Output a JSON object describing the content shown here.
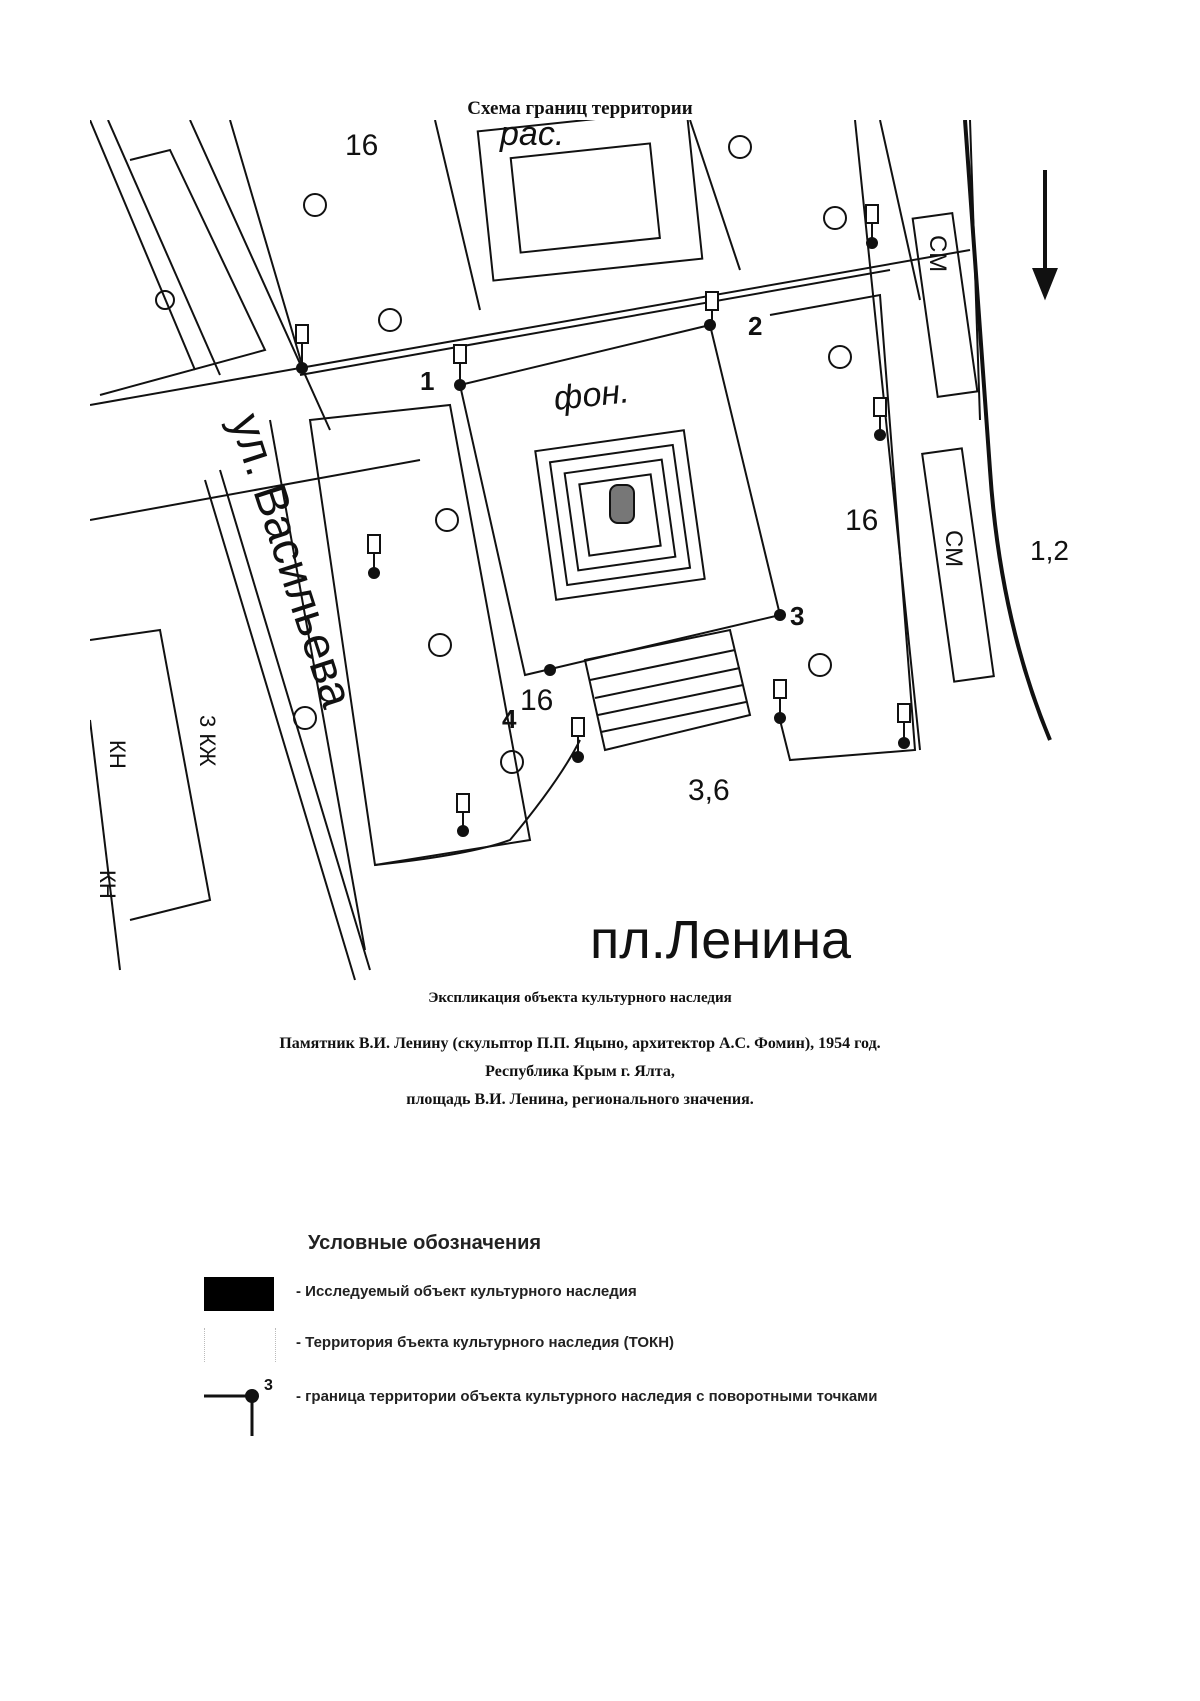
{
  "title": "Схема границ территории",
  "map": {
    "street_label": "ул. Васильева",
    "square_label": "пл.Ленина",
    "fountain_label": "фон.",
    "top_label": "рас.",
    "tree_labels": [
      "16",
      "16",
      "16"
    ],
    "side_labels": [
      "СМ",
      "СМ",
      "КН",
      "КН",
      "3 КЖ"
    ],
    "elevation_label": "3,6",
    "fragment_label": "1,2",
    "boundary_points": [
      {
        "id": "1",
        "label": "1"
      },
      {
        "id": "2",
        "label": "2"
      },
      {
        "id": "3",
        "label": "3"
      },
      {
        "id": "4",
        "label": "4"
      }
    ]
  },
  "explication": {
    "heading": "Экспликация объекта культурного наследия",
    "line1": "Памятник В.И. Ленину (скульптор П.П. Яцыно, архитектор А.С. Фомин), 1954 год.",
    "line2": "Республика Крым г. Ялта,",
    "line3": "площадь В.И. Ленина, регионального значения."
  },
  "legend": {
    "title": "Условные обозначения",
    "items": [
      {
        "text": "- Исследуемый объект культурного наследия"
      },
      {
        "text": "- Территория бъекта культурного наследия (ТОКН)"
      },
      {
        "text": "- граница территории объекта культурного наследия с поворотными точками",
        "marker_label": "3"
      }
    ]
  }
}
